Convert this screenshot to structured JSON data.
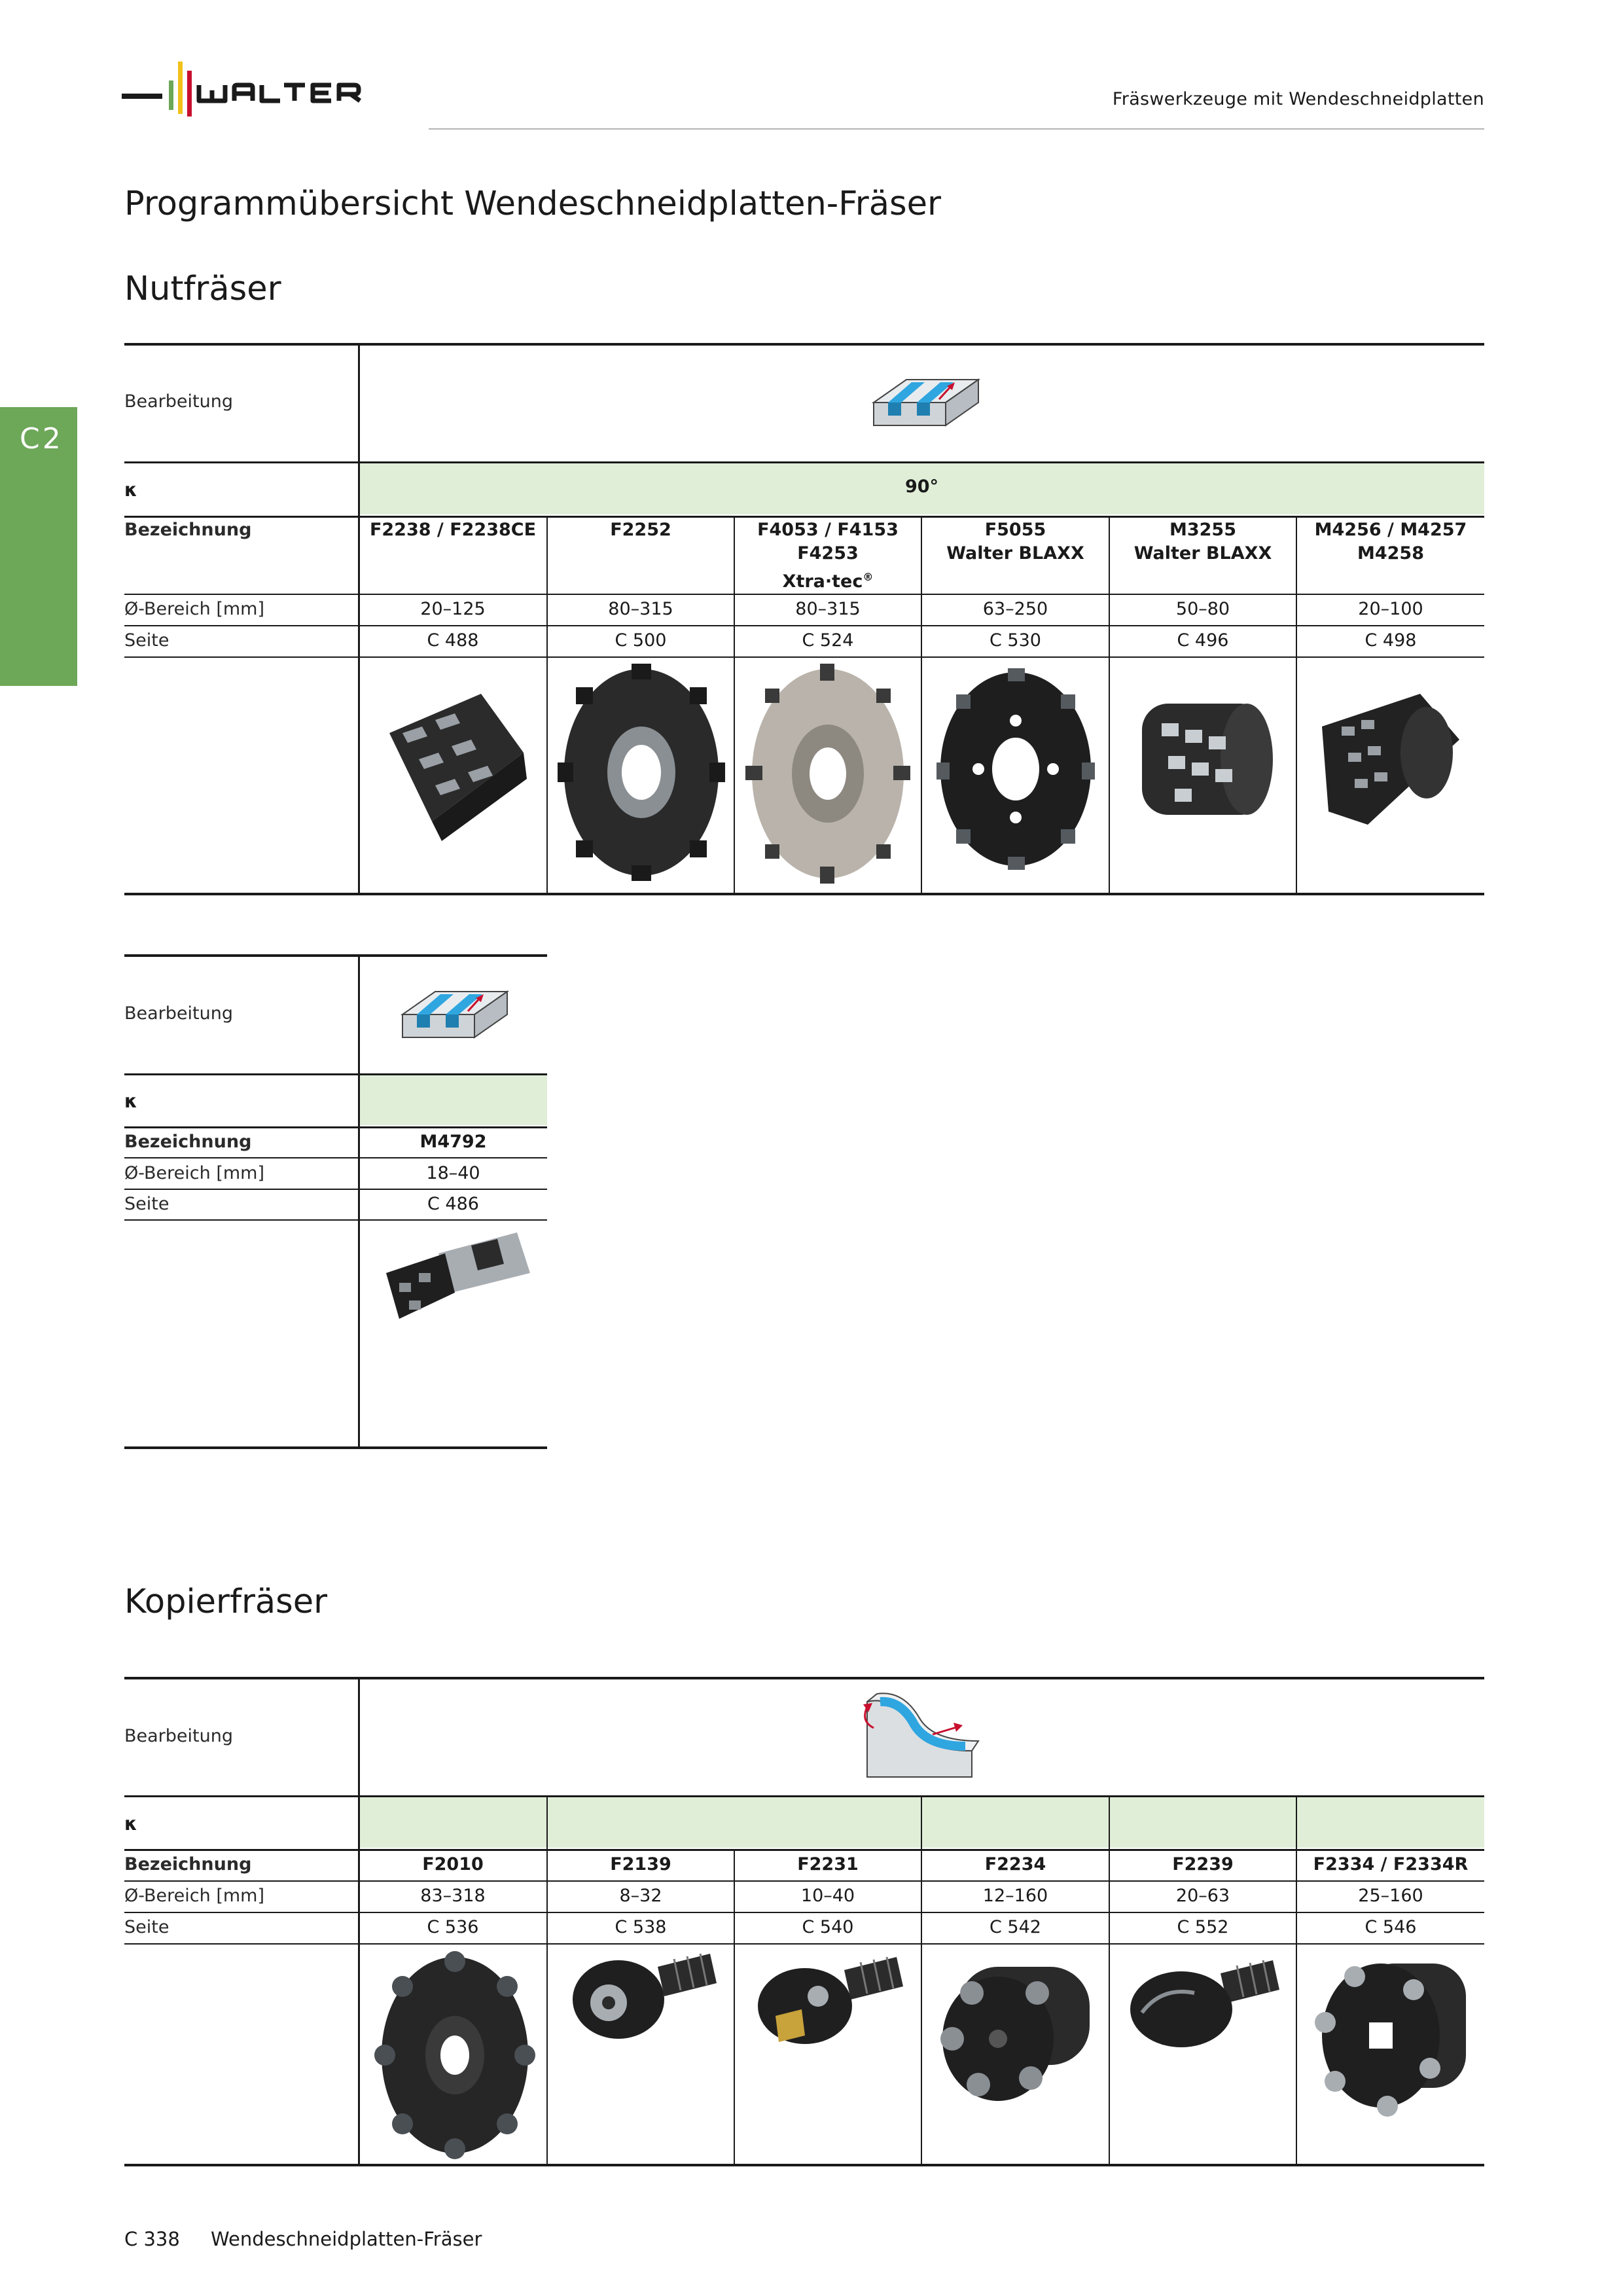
{
  "brand": {
    "name": "WALTER",
    "colors": {
      "green": "#6da758",
      "yellow": "#f2c21a",
      "red": "#c8102e",
      "dark": "#1a1a1a",
      "light_green_row": "#e0eed8"
    }
  },
  "header": {
    "title": "Fräswerkzeuge mit Wendeschneidplatten"
  },
  "side_tab": {
    "label": "C2"
  },
  "page_title": "Programmübersicht Wendeschneidplatten-Fräser",
  "row_labels": {
    "bearbeitung": "Bearbeitung",
    "kappa": "κ",
    "bezeichnung": "Bezeichnung",
    "bereich": "Ø-Bereich [mm]",
    "seite": "Seite"
  },
  "nut_section": {
    "title": "Nutfräser",
    "kappa_value": "90°",
    "operation_icon": "slot-milling-icon",
    "columns": [
      {
        "name_lines": [
          "F2238 / F2238CE"
        ],
        "range": "20–125",
        "page": "C 488",
        "tool_icon": "slot-cutter-helical-icon"
      },
      {
        "name_lines": [
          "F2252"
        ],
        "range": "80–315",
        "page": "C 500",
        "tool_icon": "disc-cutter-icon"
      },
      {
        "name_lines": [
          "F4053 / F4153",
          "F4253",
          "Xtra·tec"
        ],
        "trademark": "®",
        "range": "80–315",
        "page": "C 524",
        "tool_icon": "disc-cutter-silver-icon"
      },
      {
        "name_lines": [
          "F5055",
          "Walter BLAXX"
        ],
        "range": "63–250",
        "page": "C 530",
        "tool_icon": "disc-cutter-holes-icon"
      },
      {
        "name_lines": [
          "M3255",
          "Walter BLAXX"
        ],
        "range": "50–80",
        "page": "C 496",
        "tool_icon": "shell-end-mill-icon"
      },
      {
        "name_lines": [
          "M4256 / M4257",
          "M4258"
        ],
        "range": "20–100",
        "page": "C 498",
        "tool_icon": "long-edge-cutter-icon"
      }
    ]
  },
  "nut_small": {
    "operation_icon": "slot-milling-icon",
    "columns": [
      {
        "name_lines": [
          "M4792"
        ],
        "range": "18–40",
        "page": "C 486",
        "tool_icon": "shank-end-mill-icon"
      }
    ]
  },
  "kopier_section": {
    "title": "Kopierfräser",
    "operation_icon": "copy-milling-icon",
    "columns": [
      {
        "name_lines": [
          "F2010"
        ],
        "range": "83–318",
        "page": "C 536",
        "tool_icon": "round-insert-disc-icon"
      },
      {
        "name_lines": [
          "F2139"
        ],
        "range": "8–32",
        "page": "C 538",
        "tool_icon": "ball-nose-screw-icon"
      },
      {
        "name_lines": [
          "F2231"
        ],
        "range": "10–40",
        "page": "C 540",
        "tool_icon": "ball-nose-screw-icon"
      },
      {
        "name_lines": [
          "F2234"
        ],
        "range": "12–160",
        "page": "C 542",
        "tool_icon": "round-insert-face-mill-icon"
      },
      {
        "name_lines": [
          "F2239"
        ],
        "range": "20–63",
        "page": "C 552",
        "tool_icon": "ball-nose-screw-icon"
      },
      {
        "name_lines": [
          "F2334 / F2334R"
        ],
        "range": "25–160",
        "page": "C 546",
        "tool_icon": "round-insert-face-mill-icon"
      }
    ]
  },
  "footer": {
    "page_number": "C 338",
    "text": "Wendeschneidplatten-Fräser"
  }
}
